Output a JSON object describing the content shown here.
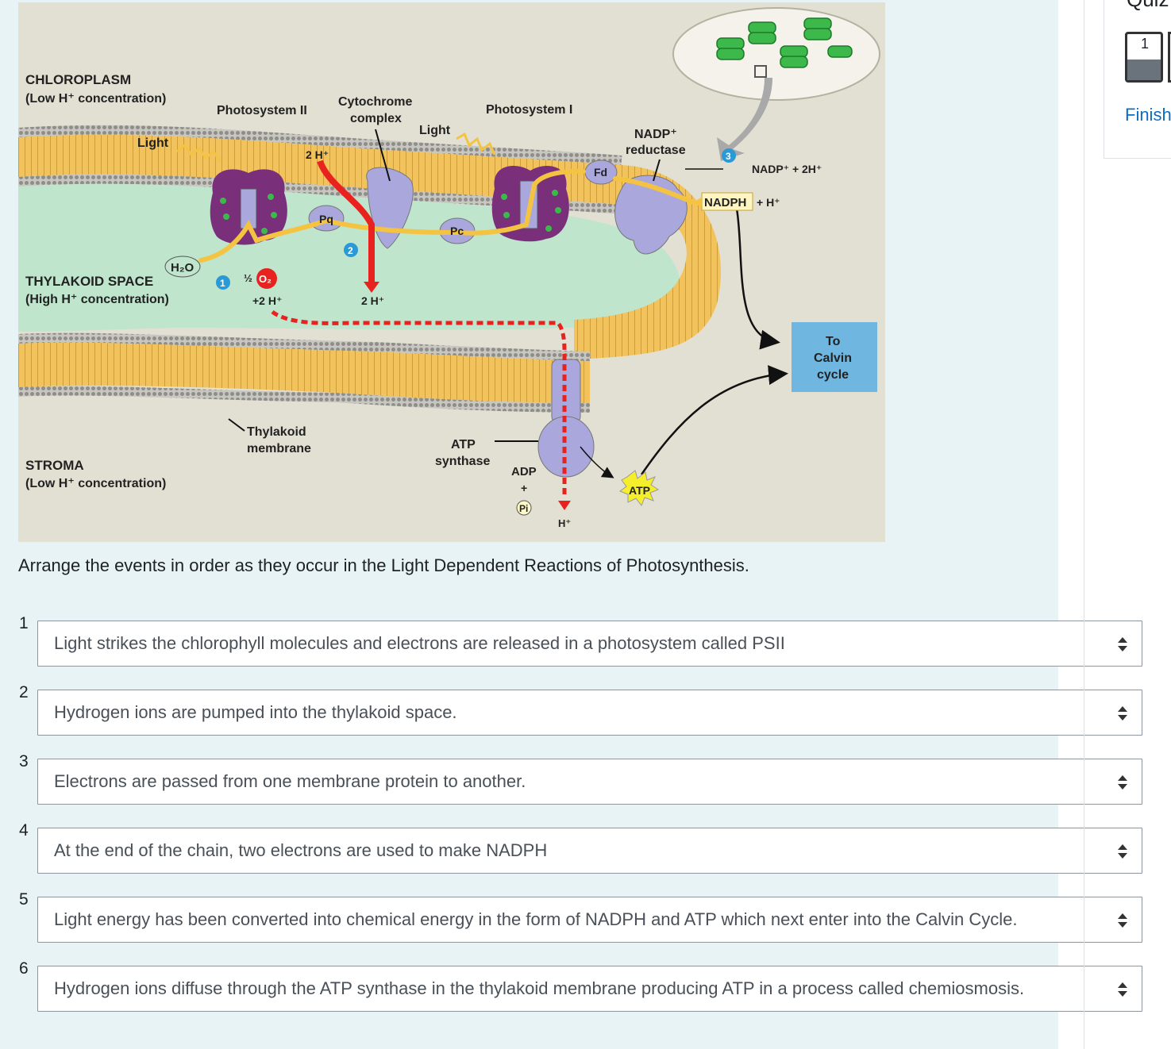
{
  "diagram": {
    "labels": {
      "chloroplast": "CHLOROPLASM",
      "chloroplast_sub": "(Low H⁺ concentration)",
      "thylakoid_space": "THYLAKOID SPACE",
      "thylakoid_space_sub": "(High H⁺ concentration)",
      "stroma": "STROMA",
      "stroma_sub": "(Low H⁺ concentration)",
      "light1": "Light",
      "light2": "Light",
      "ps2": "Photosystem II",
      "cytochrome1": "Cytochrome",
      "cytochrome2": "complex",
      "ps1": "Photosystem I",
      "nadp_red1": "NADP⁺",
      "nadp_red2": "reductase",
      "two_h_top": "2 H⁺",
      "pq": "Pq",
      "pc": "Pc",
      "fd": "Fd",
      "h2o": "H₂O",
      "half": "½",
      "o2": "O₂",
      "plus2h": "+2 H⁺",
      "two_h_mid": "2 H⁺",
      "step1": "1",
      "step2": "2",
      "step3": "3",
      "nadp_plus": "NADP⁺ + 2H⁺",
      "nadph": "NADPH",
      "plus_h": "+ H⁺",
      "calvin1": "To",
      "calvin2": "Calvin",
      "calvin3": "cycle",
      "thylakoid_mem1": "Thylakoid",
      "thylakoid_mem2": "membrane",
      "atp_syn1": "ATP",
      "atp_syn2": "synthase",
      "adp": "ADP",
      "plus": "+",
      "pi": "Pi",
      "atp": "ATP",
      "h_bottom": "H⁺"
    },
    "colors": {
      "stroma_bg": "#e2e0d3",
      "thylakoid_space": "#bfe5cc",
      "membrane": "#f2c35d",
      "protein": "#a9a7dc",
      "photosystem": "#7a2f7a",
      "electron_path": "#f5c342",
      "proton_path": "#e8231f",
      "calvin_box": "#6fb6e0"
    }
  },
  "question": {
    "prompt": "Arrange the events in order as they occur in the Light Dependent Reactions of Photosynthesis.",
    "items": [
      {
        "num": "1",
        "text": "Light strikes the chlorophyll molecules and electrons are released in a photosystem called PSII"
      },
      {
        "num": "2",
        "text": "Hydrogen ions are pumped into the thylakoid space."
      },
      {
        "num": "3",
        "text": "Electrons are passed from one membrane protein to another."
      },
      {
        "num": "4",
        "text": "At the end of the chain, two electrons are used to make NADPH"
      },
      {
        "num": "5",
        "text": "Light energy has been converted into chemical energy in the form of NADPH and ATP which next enter into the Calvin Cycle."
      },
      {
        "num": "6",
        "text": "Hydrogen ions diffuse through the ATP synthase in the thylakoid membrane producing ATP in a process called chemiosmosis."
      }
    ]
  },
  "nav": {
    "top_text": "Quiz",
    "question_number": "1",
    "finish": "Finish"
  }
}
